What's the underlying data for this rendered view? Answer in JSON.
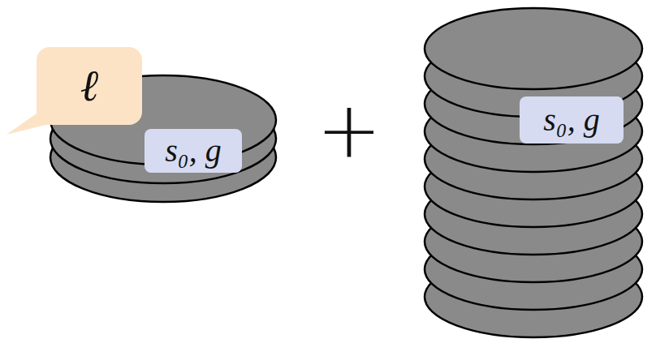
{
  "diagram": {
    "nodes": [
      {
        "text": [
          "ℓ"
        ]
      },
      {
        "text": [
          "s₀, g"
        ]
      },
      {
        "text": [
          "s₀, g"
        ]
      }
    ],
    "labels": [
      "+"
    ]
  }
}
